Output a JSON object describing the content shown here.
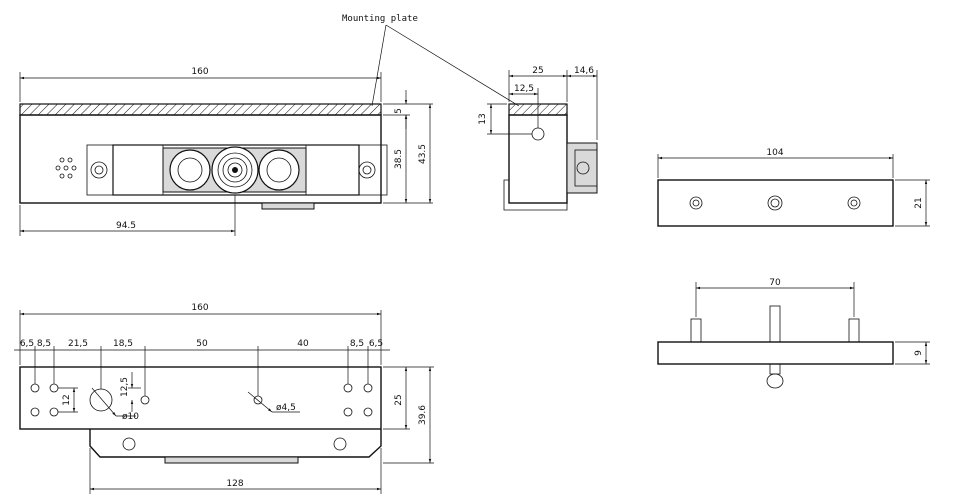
{
  "callout": {
    "mounting_plate": "Mounting plate"
  },
  "front_view": {
    "width": "160",
    "height_total": "43.5",
    "height_body": "38.5",
    "plate_thickness": "5",
    "center_offset": "94.5"
  },
  "side_view": {
    "depth": "25",
    "protrusion": "14,6",
    "hole_offset": "12,5",
    "hole_height": "13"
  },
  "plate_view": {
    "width": "104",
    "height": "21"
  },
  "plate_side_view": {
    "pin_spacing": "70",
    "thickness": "9"
  },
  "bottom_view": {
    "width": "160",
    "segments": [
      "6,5",
      "8,5",
      "21,5",
      "18,5",
      "50",
      "40",
      "8,5",
      "6,5"
    ],
    "vertical_12_5": "12,5",
    "vertical_12": "12",
    "hole_dia_large": "ø10",
    "hole_dia_small": "ø4,5",
    "height_25": "25",
    "height_total": "39.6",
    "base_width": "128"
  }
}
